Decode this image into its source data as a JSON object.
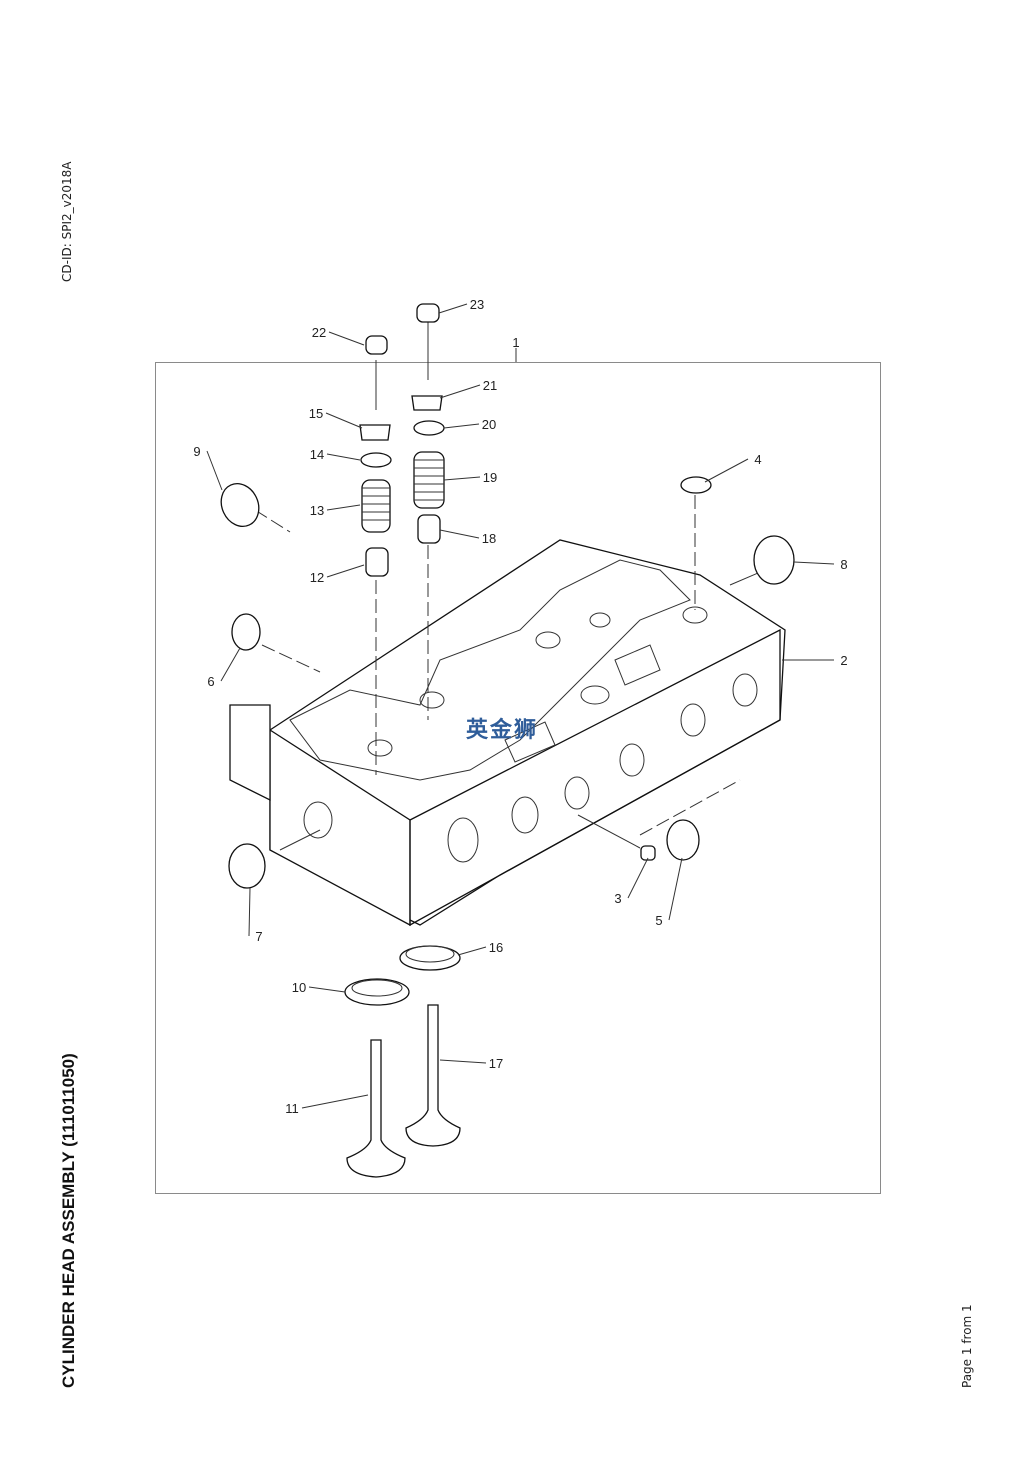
{
  "document": {
    "cd_id": "CD-ID: SPI2_v2018A",
    "title": "CYLINDER HEAD ASSEMBLY (111011050)",
    "page": "Page 1 from 1",
    "watermark": "英金狮"
  },
  "callouts": [
    "1",
    "2",
    "3",
    "4",
    "5",
    "6",
    "7",
    "8",
    "9",
    "10",
    "11",
    "12",
    "13",
    "14",
    "15",
    "16",
    "17",
    "18",
    "19",
    "20",
    "21",
    "22",
    "23"
  ]
}
